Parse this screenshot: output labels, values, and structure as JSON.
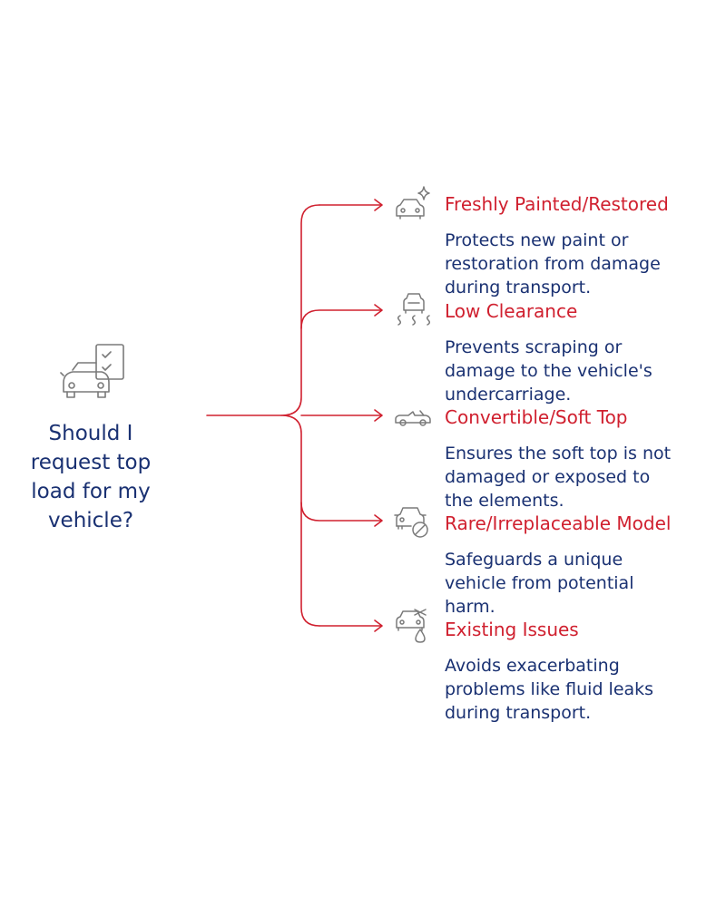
{
  "question": {
    "line1": "Should I",
    "line2": "request top",
    "line3": "load for my",
    "line4": "vehicle?"
  },
  "colors": {
    "title": "#d0202f",
    "text": "#1a3172",
    "line": "#d0202f",
    "icon": "#7a7a7a"
  },
  "branches": [
    {
      "title": "Freshly Painted/Restored",
      "icon": "sparkling-car-icon",
      "desc": [
        "Protects new paint or",
        "restoration from damage",
        "during transport."
      ]
    },
    {
      "title": "Low Clearance",
      "icon": "car-skid-icon",
      "desc": [
        "Prevents scraping or",
        "damage to the vehicle's",
        "undercarriage."
      ]
    },
    {
      "title": "Convertible/Soft Top",
      "icon": "convertible-icon",
      "desc": [
        "Ensures the soft top is not",
        "damaged or exposed to",
        "the elements."
      ]
    },
    {
      "title": "Rare/Irreplaceable Model",
      "icon": "car-prohibited-icon",
      "desc": [
        "Safeguards a unique",
        "vehicle from potential",
        "harm."
      ]
    },
    {
      "title": "Existing Issues",
      "icon": "car-leak-icon",
      "desc": [
        "Avoids exacerbating",
        "problems like fluid leaks",
        "during transport."
      ]
    }
  ]
}
